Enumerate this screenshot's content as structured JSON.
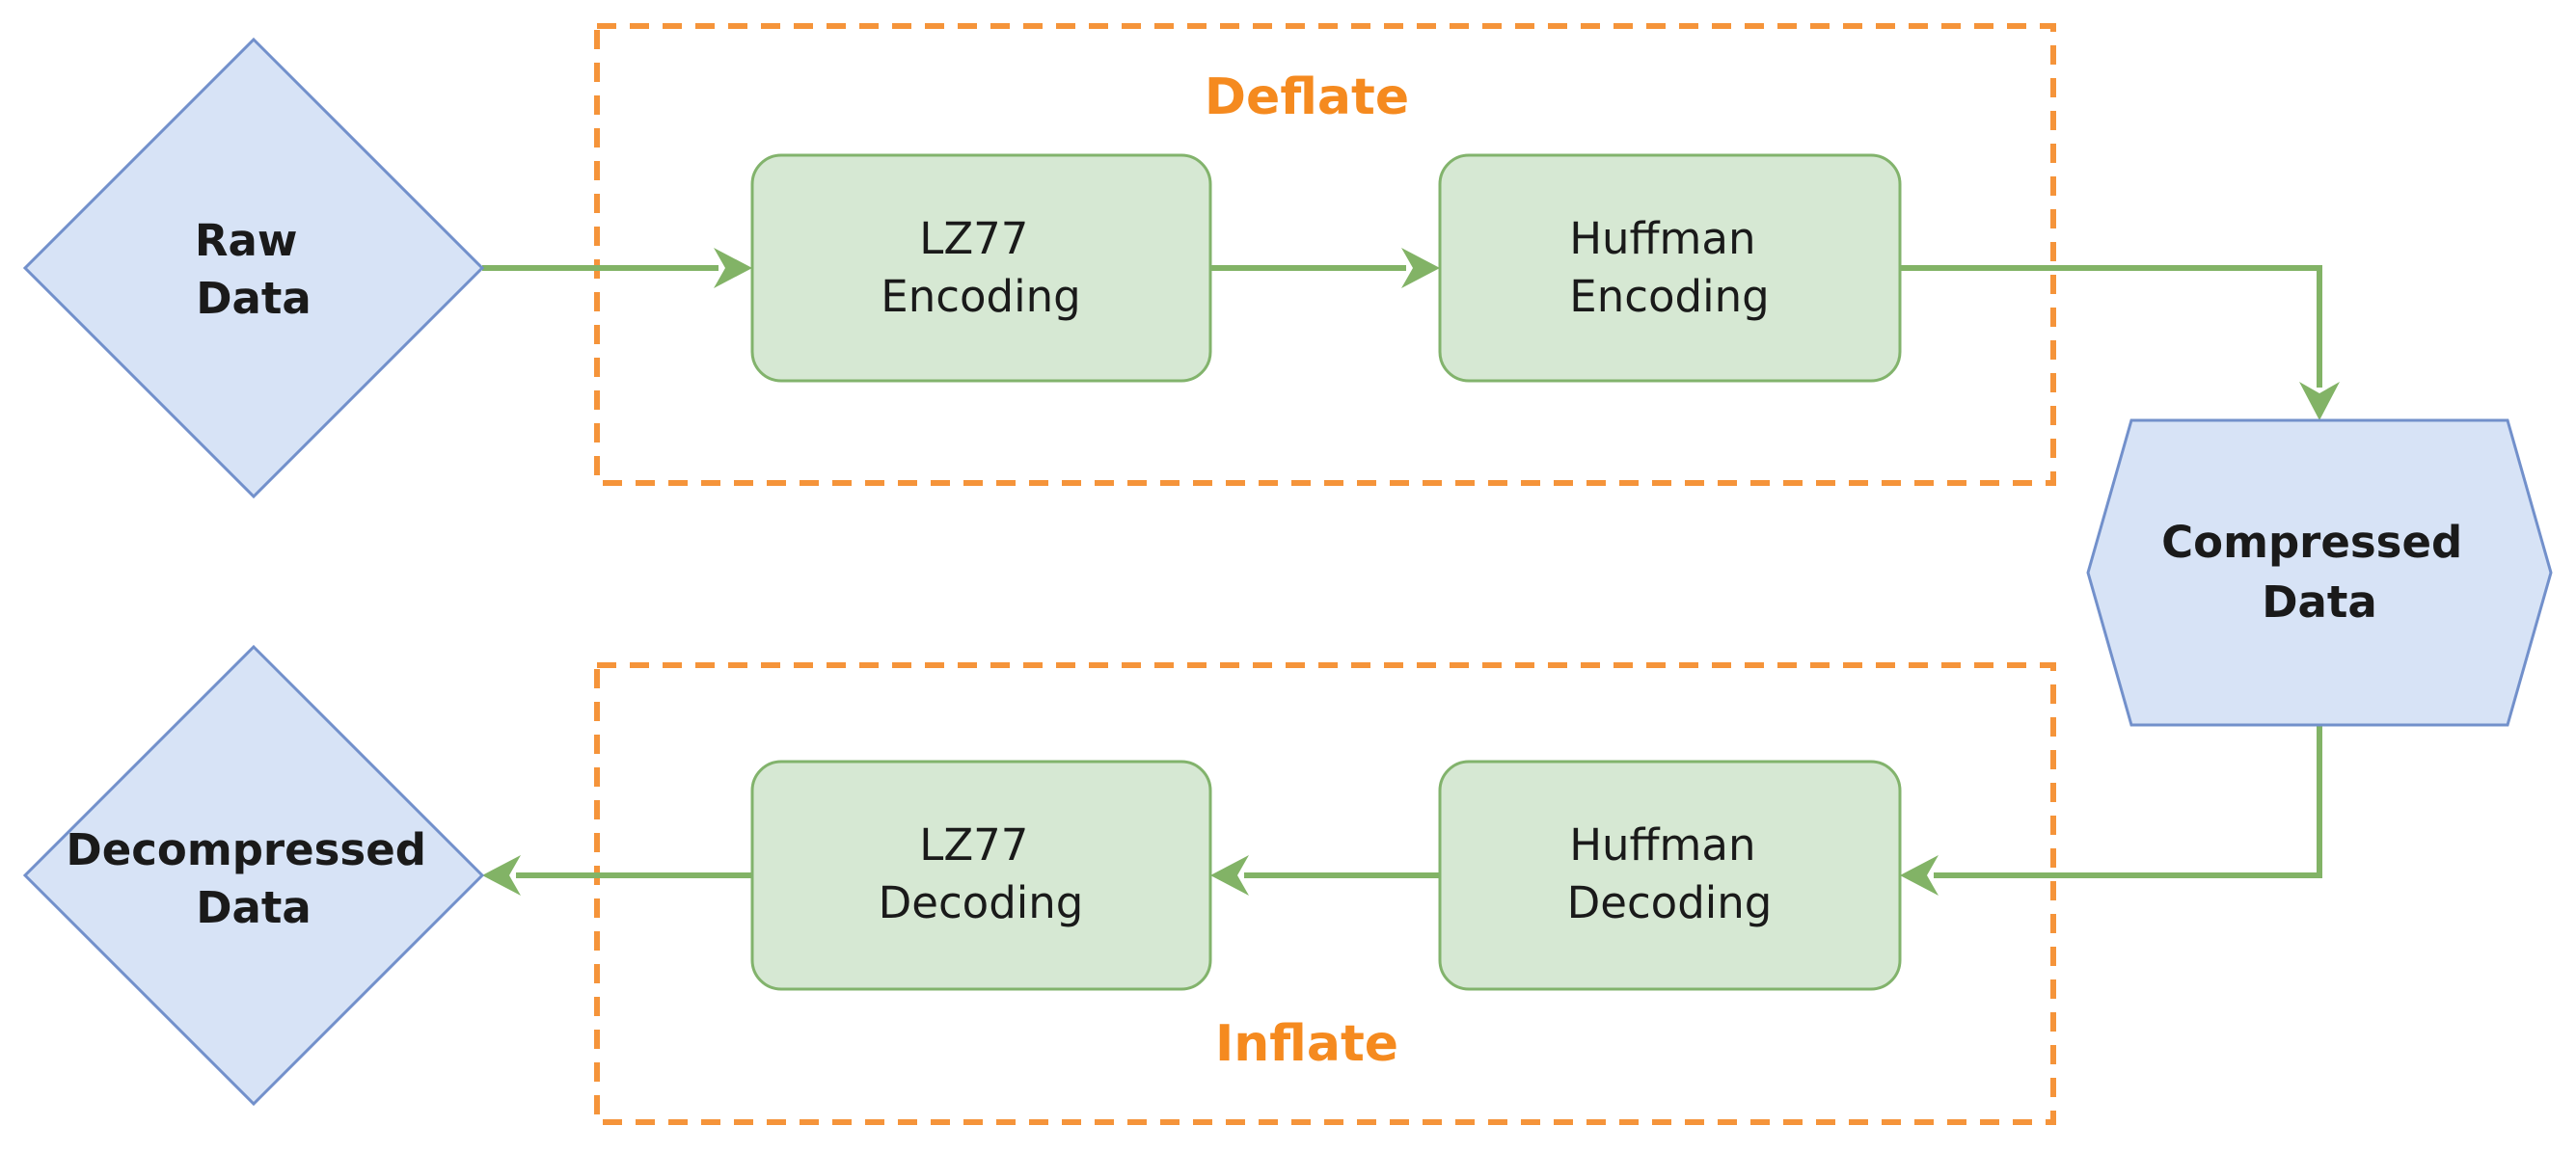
{
  "colors": {
    "group_border": "#f5943a",
    "group_label": "#f58a1f",
    "process_fill": "#d6e8d3",
    "process_stroke": "#82b36c",
    "data_fill": "#d7e3f6",
    "data_stroke": "#7290cb",
    "arrow": "#82b366",
    "text": "#1a1a1a"
  },
  "groups": {
    "deflate": {
      "label": "Deflate"
    },
    "inflate": {
      "label": "Inflate"
    }
  },
  "nodes": {
    "raw_data": {
      "line1": "Raw",
      "line2": "Data",
      "shape": "diamond"
    },
    "lz77_encoding": {
      "line1": "LZ77",
      "line2": "Encoding",
      "shape": "rounded-rectangle"
    },
    "huffman_encoding": {
      "line1": "Huffman",
      "line2": "Encoding",
      "shape": "rounded-rectangle"
    },
    "compressed_data": {
      "line1": "Compressed",
      "line2": "Data",
      "shape": "hexagon"
    },
    "huffman_decoding": {
      "line1": "Huffman",
      "line2": "Decoding",
      "shape": "rounded-rectangle"
    },
    "lz77_decoding": {
      "line1": "LZ77",
      "line2": "Decoding",
      "shape": "rounded-rectangle"
    },
    "decompressed_data": {
      "line1": "Decompressed",
      "line2": "Data",
      "shape": "diamond"
    }
  },
  "edges": [
    {
      "from": "raw_data",
      "to": "lz77_encoding"
    },
    {
      "from": "lz77_encoding",
      "to": "huffman_encoding"
    },
    {
      "from": "huffman_encoding",
      "to": "compressed_data"
    },
    {
      "from": "compressed_data",
      "to": "huffman_decoding"
    },
    {
      "from": "huffman_decoding",
      "to": "lz77_decoding"
    },
    {
      "from": "lz77_decoding",
      "to": "decompressed_data"
    }
  ]
}
